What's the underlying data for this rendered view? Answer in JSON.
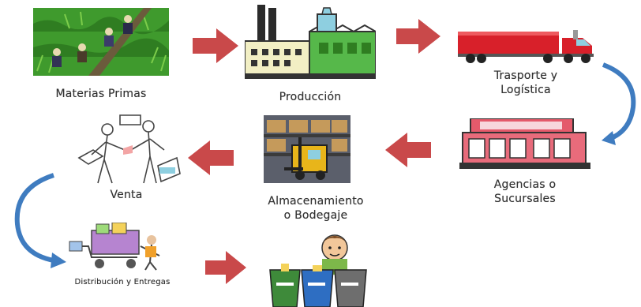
{
  "steps": [
    {
      "id": "materias-primas",
      "label": "Materias Primas",
      "icon": "field-workers-icon"
    },
    {
      "id": "produccion",
      "label": "Producción",
      "icon": "factory-icon"
    },
    {
      "id": "transporte",
      "label_line1": "Trasporte y",
      "label_line2": "Logística",
      "icon": "truck-icon"
    },
    {
      "id": "agencias",
      "label_line1": "Agencias o",
      "label_line2": "Sucursales",
      "icon": "storefront-icon"
    },
    {
      "id": "almacenamiento",
      "label_line1": "Almacenamiento",
      "label_line2": "o Bodegaje",
      "icon": "warehouse-forklift-icon"
    },
    {
      "id": "venta",
      "label": "Venta",
      "icon": "handshake-sale-icon"
    },
    {
      "id": "distribucion",
      "label": "Distribución y Entregas",
      "icon": "delivery-cart-icon"
    },
    {
      "id": "reciclaje",
      "icon": "recycling-bins-icon"
    }
  ],
  "colors": {
    "arrow_red": "#c9494a",
    "curve_blue": "#3f7cc0",
    "label_text": "#333333"
  }
}
